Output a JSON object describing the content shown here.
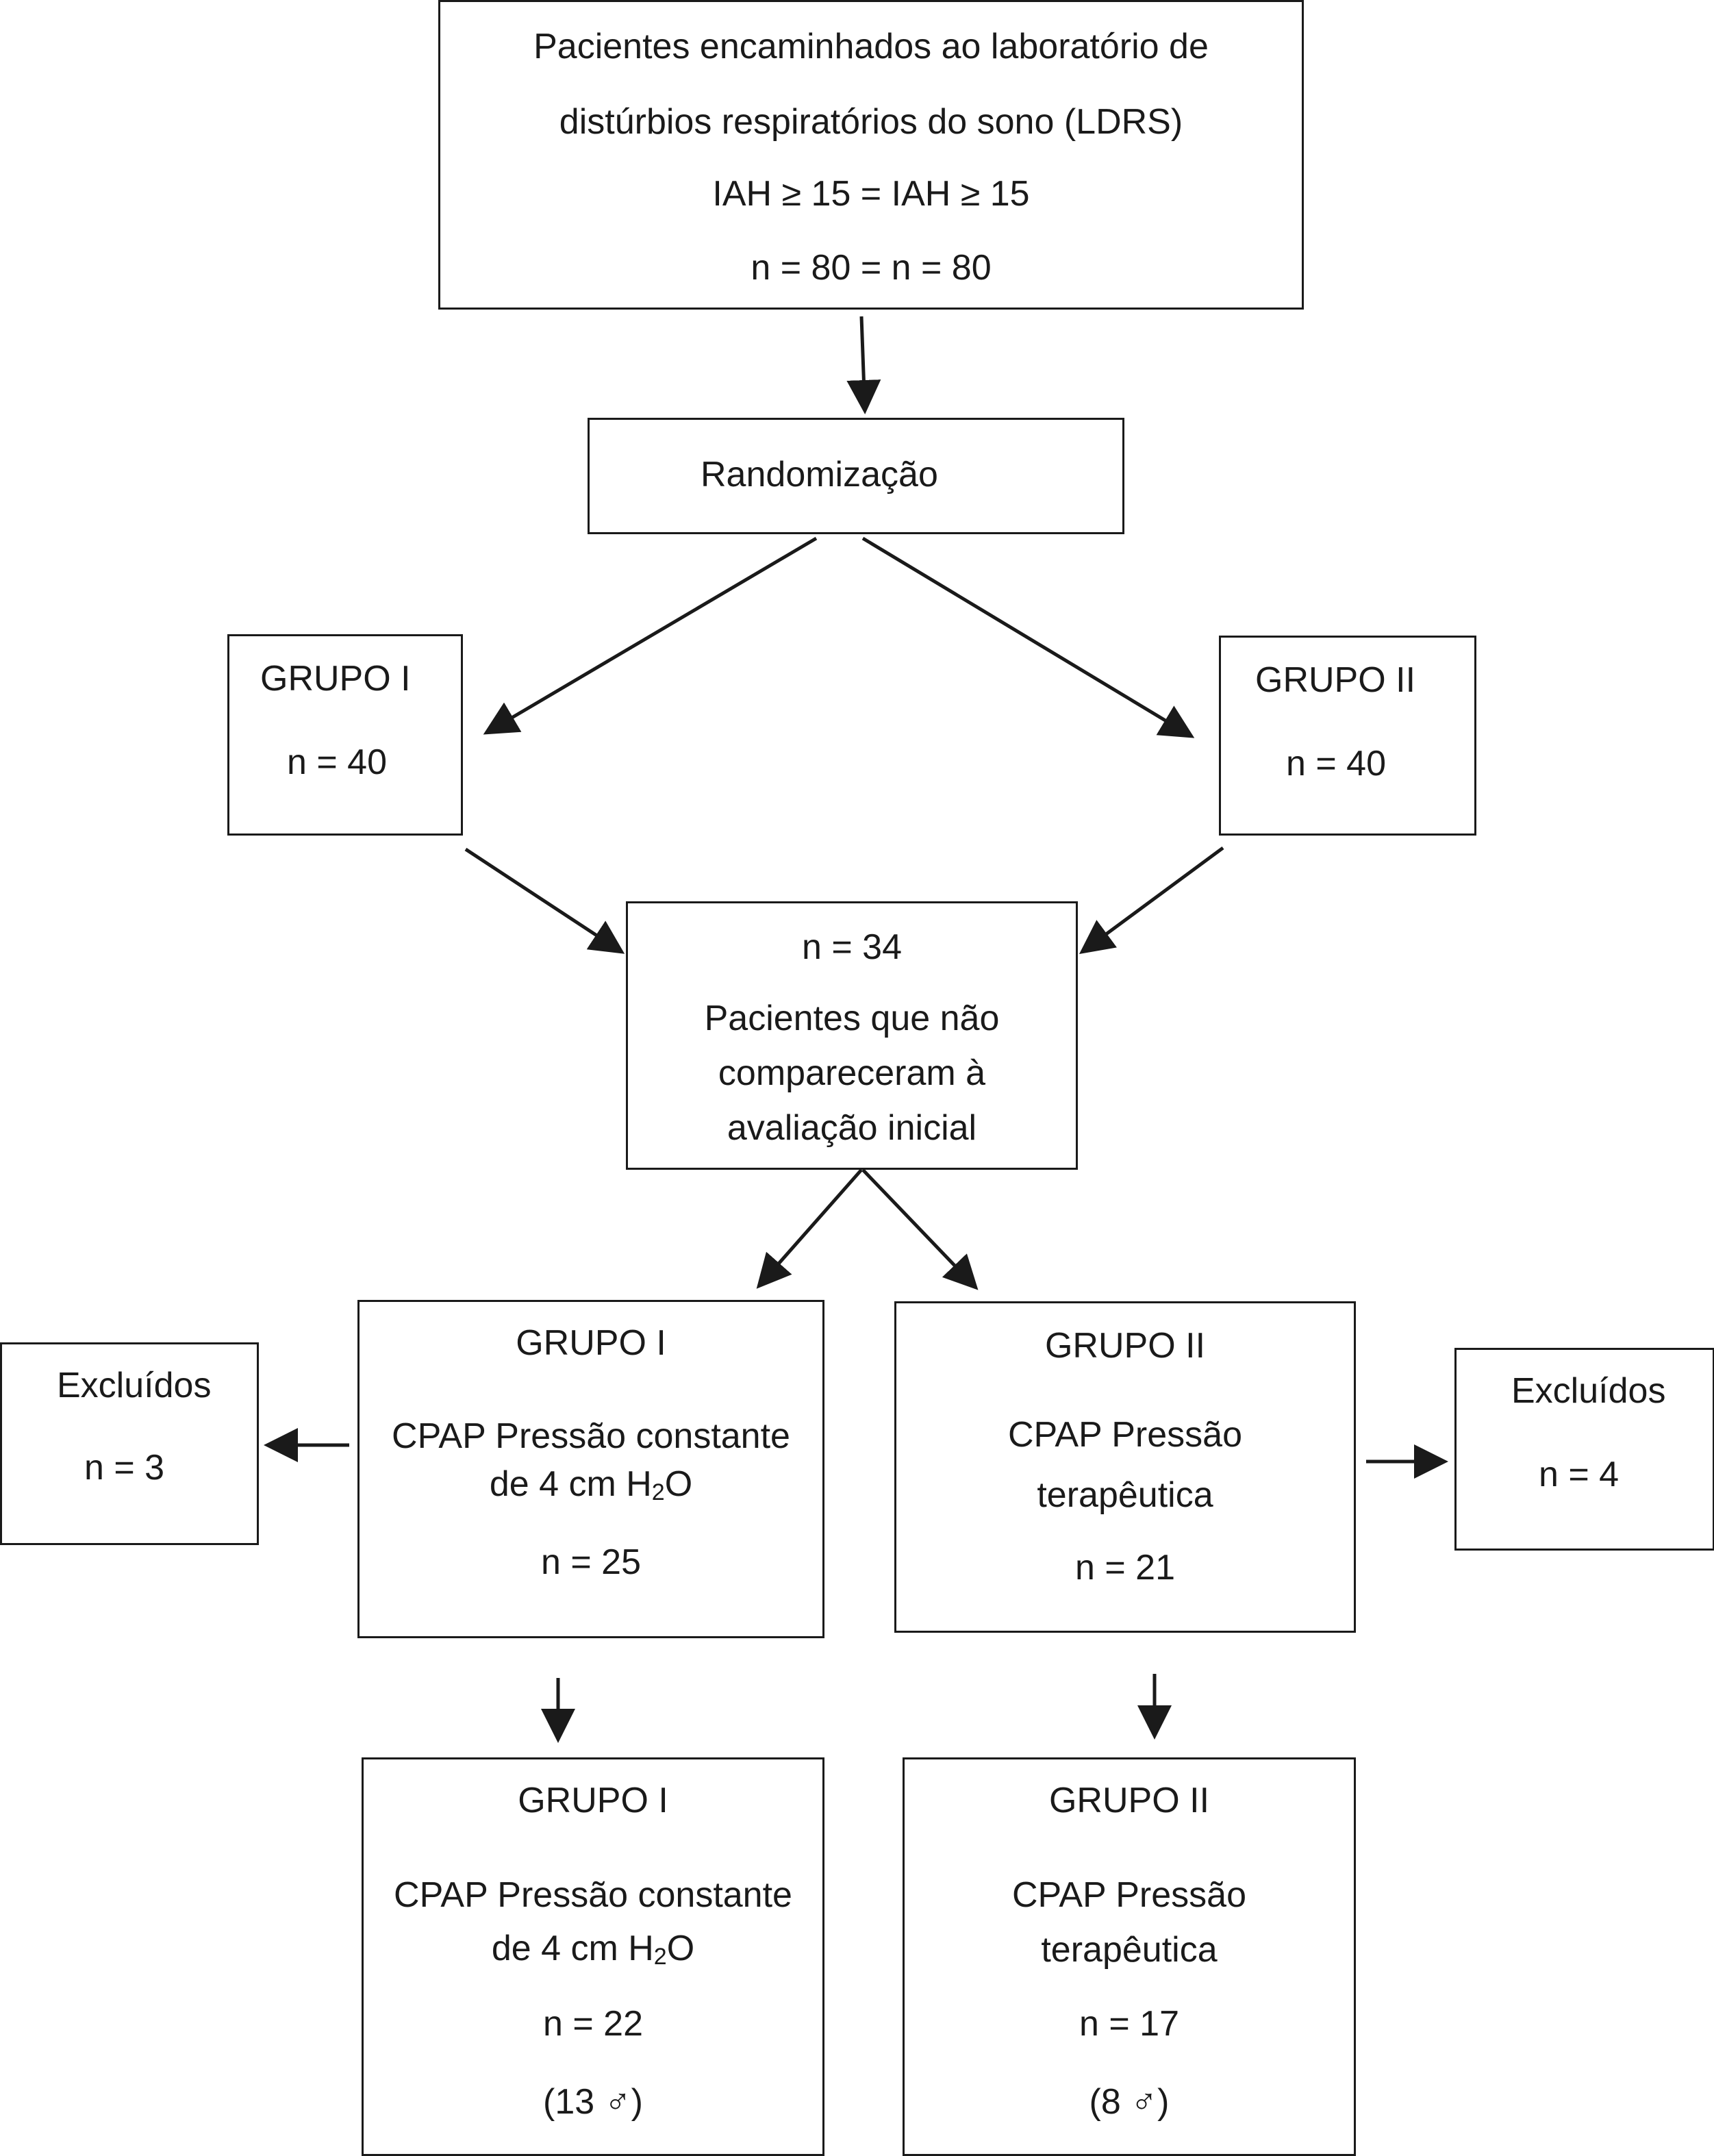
{
  "top": {
    "line1": "Pacientes encaminhados ao laboratório de",
    "line2": "distúrbios respiratórios do sono (LDRS)",
    "line3": "IAH ≥ 15 = IAH ≥ 15",
    "line4": "n = 80 = n = 80"
  },
  "randomization": {
    "label": "Randomização"
  },
  "group1_initial": {
    "title": "GRUPO I",
    "n": "n = 40"
  },
  "group2_initial": {
    "title": "GRUPO II",
    "n": "n = 40"
  },
  "no_show": {
    "n": "n = 34",
    "line1": "Pacientes que não",
    "line2": "compareceram à",
    "line3": "avaliação inicial"
  },
  "group1_mid": {
    "title": "GRUPO I",
    "line1": "CPAP Pressão constante",
    "line2_prefix": "de 4 cm H",
    "line2_sub": "2",
    "line2_suffix": "O",
    "n": "n = 25"
  },
  "group2_mid": {
    "title": "GRUPO II",
    "line1": "CPAP Pressão",
    "line2": "terapêutica",
    "n": "n = 21"
  },
  "excluded_left": {
    "label": "Excluídos",
    "n": "n = 3"
  },
  "excluded_right": {
    "label": "Excluídos",
    "n": "n = 4"
  },
  "group1_final": {
    "title": "GRUPO I",
    "line1": "CPAP Pressão constante",
    "line2_prefix": "de 4 cm H",
    "line2_sub": "2",
    "line2_suffix": "O",
    "n": "n = 22",
    "males": "(13 ♂)"
  },
  "group2_final": {
    "title": "GRUPO II",
    "line1": "CPAP Pressão",
    "line2": "terapêutica",
    "n": "n = 17",
    "males": "(8 ♂)"
  },
  "colors": {
    "stroke": "#1a1a1a",
    "background": "#ffffff"
  }
}
